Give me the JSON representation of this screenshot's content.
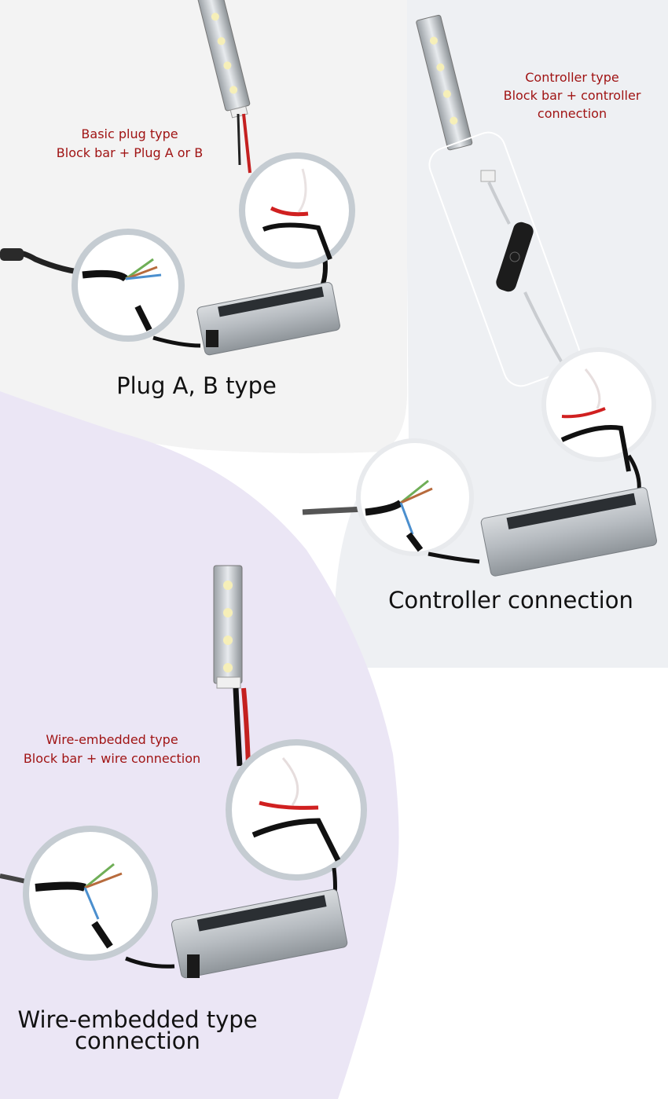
{
  "colors": {
    "panel_left": "#f3f3f3",
    "panel_right": "#eef0f3",
    "panel_bottom": "#ebe6f5",
    "caption_red": "#a01414",
    "heading_black": "#111111"
  },
  "sections": {
    "plug": {
      "caption_line1": "Basic plug type",
      "caption_line2": "Block bar + Plug A or B",
      "heading": "Plug A, B type"
    },
    "controller": {
      "caption_line1": "Controller type",
      "caption_line2": "Block bar + controller",
      "caption_line3": "connection",
      "heading": "Controller connection"
    },
    "wire": {
      "caption_line1": "Wire-embedded type",
      "caption_line2": "Block bar + wire connection",
      "heading_line1": "Wire-embedded type",
      "heading_line2": "connection"
    }
  },
  "icons": [
    "led-strip-icon",
    "power-supply-icon",
    "wire-detail-icon",
    "controller-remote-icon",
    "power-plug-icon"
  ]
}
